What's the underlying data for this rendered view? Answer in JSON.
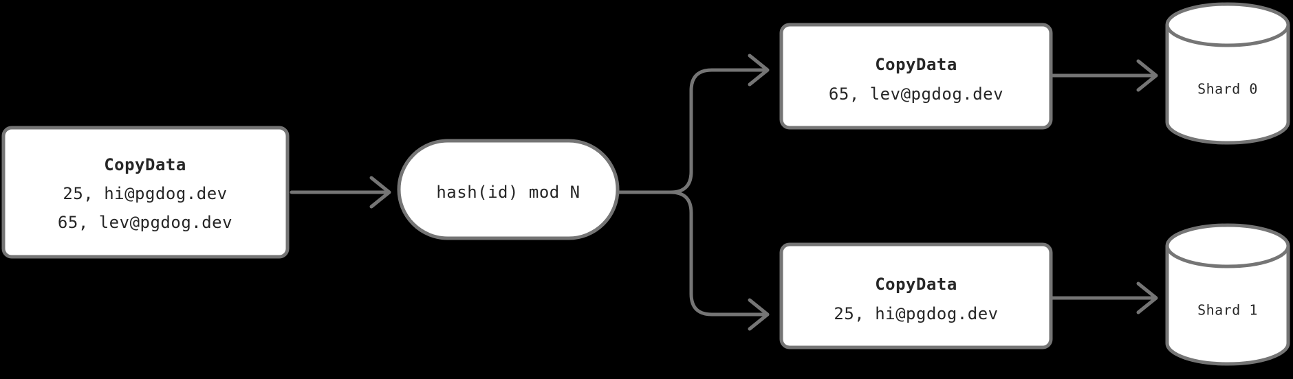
{
  "diagram": {
    "background_color": "#000000",
    "stroke_color": "#757575",
    "node_fill": "#ffffff",
    "text_color": "#262626",
    "nodes": {
      "source": {
        "title": "CopyData",
        "rows": [
          "25, hi@pgdog.dev",
          "65, lev@pgdog.dev"
        ]
      },
      "router": {
        "label": "hash(id) mod N"
      },
      "branch_top": {
        "title": "CopyData",
        "rows": [
          "65, lev@pgdog.dev"
        ]
      },
      "branch_bottom": {
        "title": "CopyData",
        "rows": [
          "25, hi@pgdog.dev"
        ]
      },
      "shard_0": {
        "label": "Shard 0"
      },
      "shard_1": {
        "label": "Shard 1"
      }
    }
  }
}
